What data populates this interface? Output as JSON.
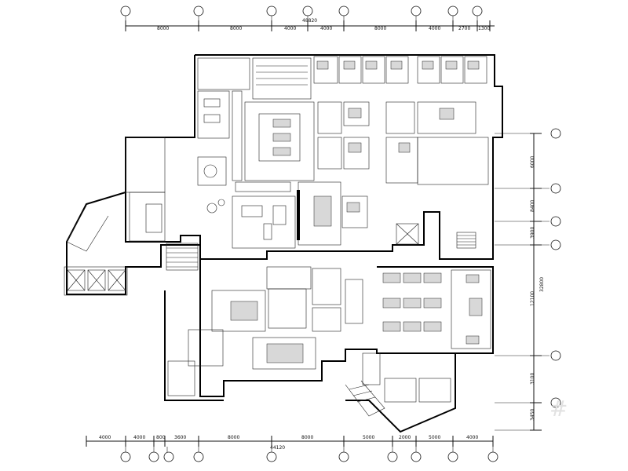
{
  "top_dimensions": {
    "total": "48820",
    "segments": [
      "8000",
      "8000",
      "4000",
      "4000",
      "8000",
      "4000",
      "2700",
      "1300"
    ]
  },
  "bottom_dimensions": {
    "total": "44120",
    "segments": [
      "4000",
      "4000",
      "800",
      "3600",
      "8000",
      "8000",
      "5000",
      "2000",
      "5000",
      "4000"
    ]
  },
  "right_dimensions": {
    "total": "32800",
    "segments": [
      "6000",
      "8400",
      "3900",
      "12100",
      "3100",
      "3450"
    ]
  },
  "watermark": "#"
}
